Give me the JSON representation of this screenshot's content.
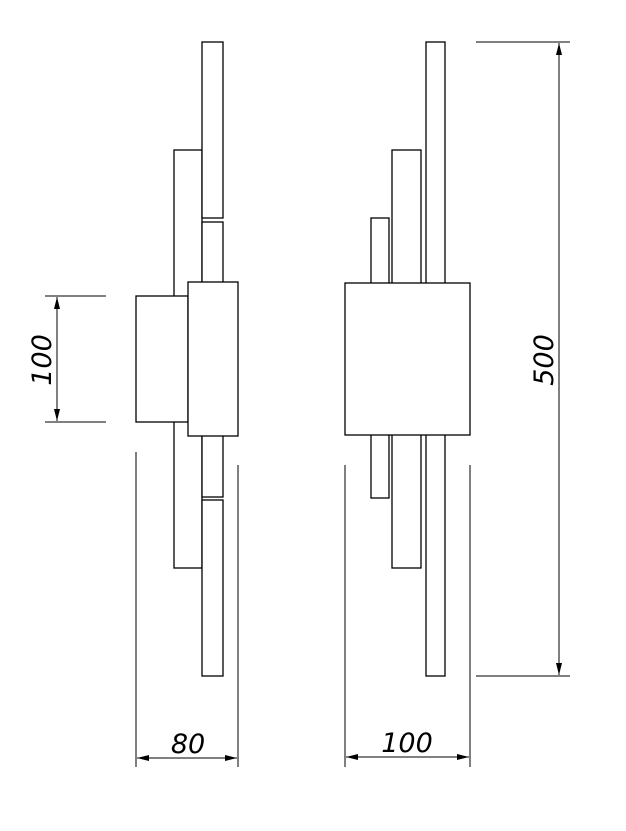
{
  "drawing": {
    "line_color": "#000000",
    "background": "#ffffff",
    "dimensions": {
      "side_depth": "80",
      "side_plate_height": "100",
      "front_width": "100",
      "total_height": "500"
    }
  }
}
